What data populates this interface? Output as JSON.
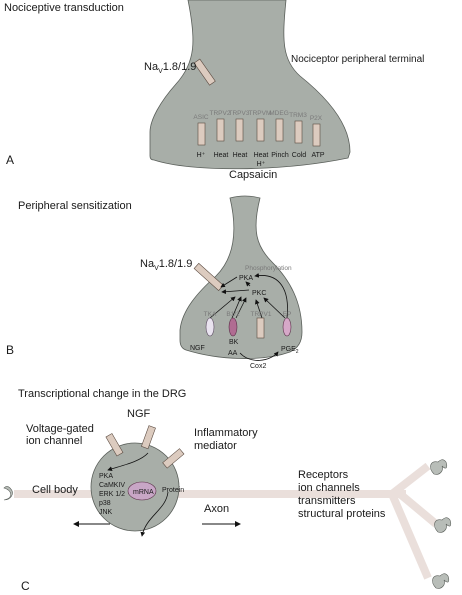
{
  "panel_a": {
    "heading": "Nociceptive transduction",
    "letter": "A",
    "terminal_label": "Nociceptor peripheral terminal",
    "nav_main": "Na",
    "nav_sub": "V",
    "nav_num": "1.8/1.9",
    "bottom_label": "Capsaicin",
    "channels": [
      {
        "name": "ASIC",
        "stim": "H⁺"
      },
      {
        "name": "TRPV2",
        "stim": "Heat"
      },
      {
        "name": "TRPV3",
        "stim": "Heat"
      },
      {
        "name": "TRPVM",
        "stim": "Heat"
      },
      {
        "name": "MDEG",
        "stim": "Pinch"
      },
      {
        "name": "TRM3",
        "stim": "Cold"
      },
      {
        "name": "P2X",
        "stim": "ATP"
      }
    ],
    "extra_stim": "H⁺"
  },
  "panel_b": {
    "heading": "Peripheral sensitization",
    "letter": "B",
    "nav_main": "Na",
    "nav_sub": "V",
    "nav_num": "1.8/1.9",
    "phosphorylation": "Phosphorylation",
    "pka": "PKA",
    "pkc": "PKC",
    "receptors": [
      "TKA",
      "B1/2",
      "TRPV1",
      "EP"
    ],
    "ligands": {
      "ngf": "NGF",
      "bk": "BK",
      "aa": "AA",
      "pge": "PGE",
      "pge_sub": "2",
      "cox": "Cox2"
    }
  },
  "panel_c": {
    "heading": "Transcriptional change in the DRG",
    "letter": "C",
    "ngf": "NGF",
    "vg_line1": "Voltage-gated",
    "vg_line2": "ion channel",
    "inf_line1": "Inflammatory",
    "inf_line2": "mediator",
    "cell_body": "Cell body",
    "kinases": [
      "PKA",
      "CaMKIV",
      "ERK 1/2",
      "p38",
      "JNK"
    ],
    "mrna": "mRNA",
    "protein": "Protein",
    "axon": "Axon",
    "transport": [
      "Receptors",
      "ion channels",
      "transmitters",
      "structural proteins"
    ]
  }
}
